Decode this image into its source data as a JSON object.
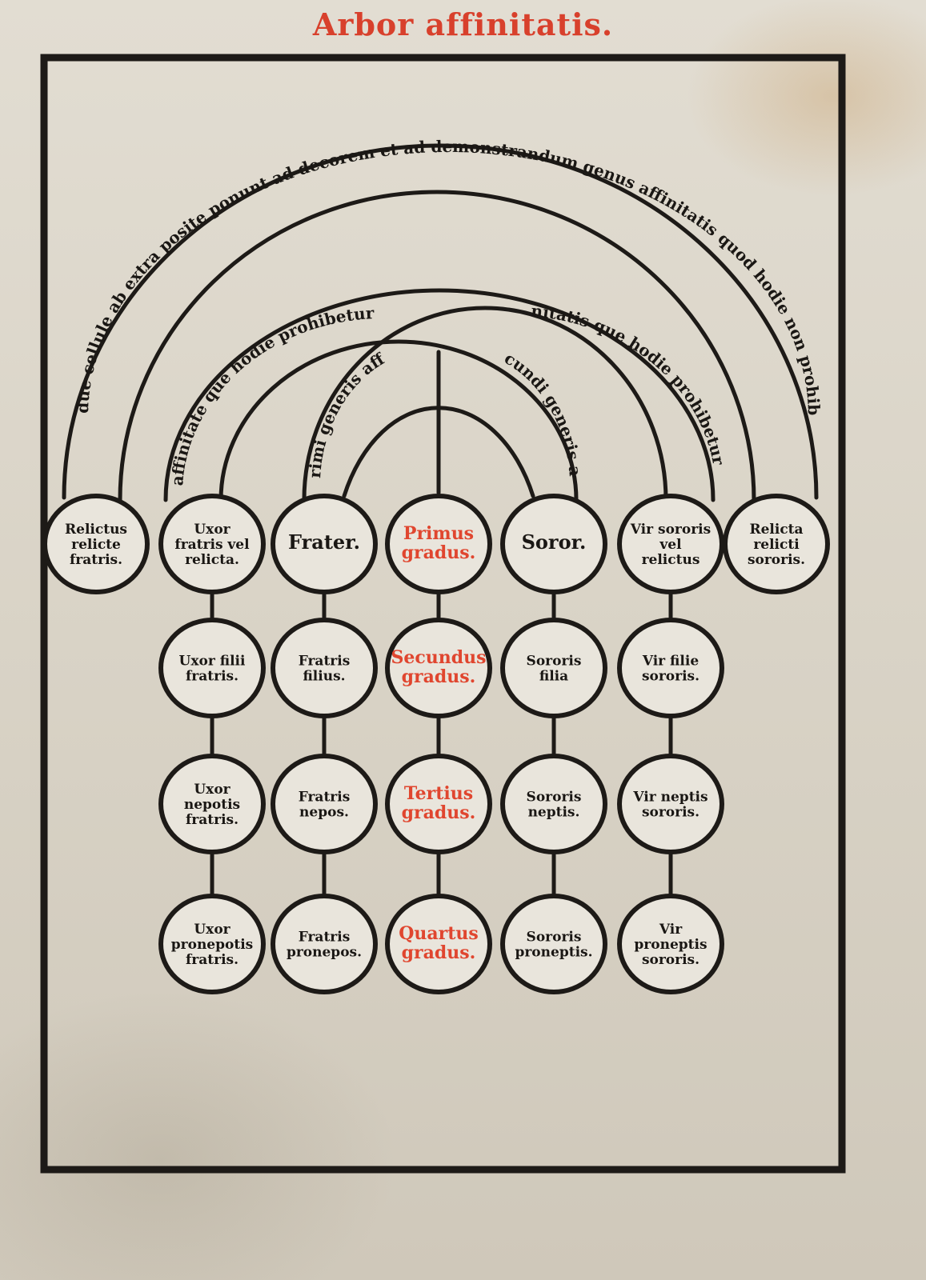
{
  "title": "Arbor affinitatis.",
  "arc_labels": {
    "outer": "Iste due cellule ab extra posite ponunt ad decorem et ad demonstrandum genus affinitatis quod hodie non prohibetur",
    "middle_left": "affinitate que hodie prohibetur",
    "middle_right": "nitatis que hodie prohibetur",
    "inner_left": "primi generis affi",
    "inner_right": "secundi generis affi"
  },
  "columns": [
    {
      "id": "col-1",
      "nodes": [
        "Relictus relicte fratris."
      ]
    },
    {
      "id": "col-2",
      "nodes": [
        "Uxor fratris vel relicta.",
        "Uxor filii fratris.",
        "Uxor nepotis fratris.",
        "Uxor pronepotis fratris."
      ]
    },
    {
      "id": "col-3",
      "nodes": [
        "Frater.",
        "Fratris filius.",
        "Fratris nepos.",
        "Fratris pronepos."
      ]
    },
    {
      "id": "col-4",
      "degree": true,
      "nodes": [
        "Primus gradus.",
        "Secundus gradus.",
        "Tertius gradus.",
        "Quartus gradus."
      ]
    },
    {
      "id": "col-5",
      "nodes": [
        "Soror.",
        "Sororis filia",
        "Sororis neptis.",
        "Sororis proneptis."
      ]
    },
    {
      "id": "col-6",
      "nodes": [
        "Vir sororis vel relictus",
        "Vir filie sororis.",
        "Vir neptis sororis.",
        "Vir proneptis sororis."
      ]
    },
    {
      "id": "col-7",
      "nodes": [
        "Relicta relicti sororis."
      ]
    }
  ],
  "colors": {
    "ink": "#1d1a17",
    "rubric": "#e0462f",
    "paper": "#e2ddd2"
  }
}
